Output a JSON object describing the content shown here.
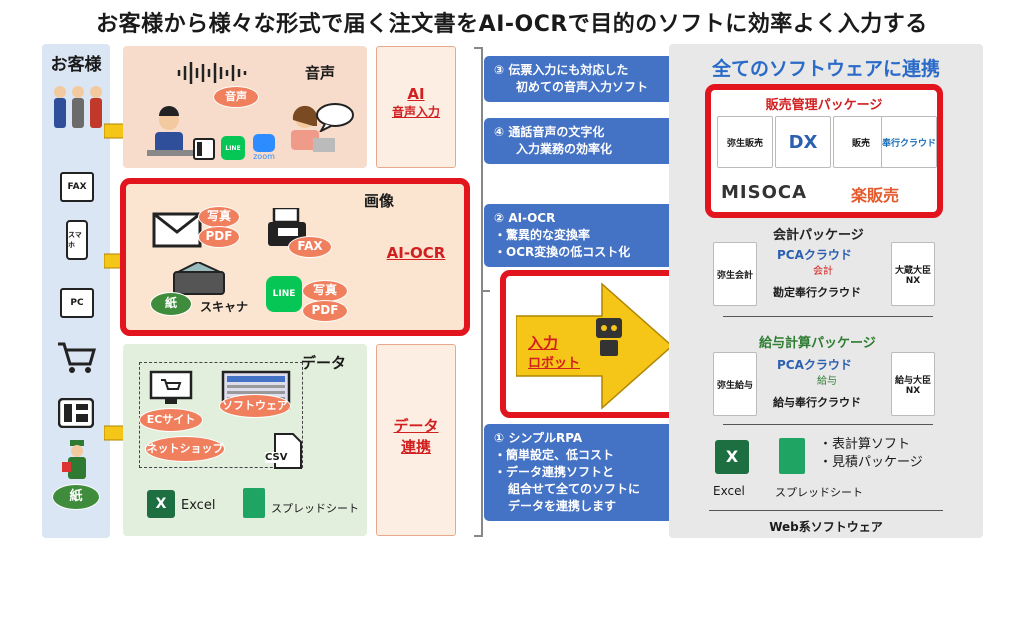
{
  "title": "お客様から様々な形式で届く注文書をAI-OCRで目的のソフトに効率よく入力する",
  "customer": {
    "label": "お客様",
    "devices": [
      "FAX",
      "スマホ",
      "PC"
    ],
    "paper": "紙"
  },
  "voice_panel": {
    "heading": "音声",
    "bubble": "音声",
    "apps": [
      "LINE",
      "zoom"
    ]
  },
  "image_panel": {
    "heading": "画像",
    "mail": [
      "写真",
      "PDF"
    ],
    "fax": "FAX",
    "scanner_paper": "紙",
    "scanner": "スキャナ",
    "line": "LINE",
    "line_files": [
      "写真",
      "PDF"
    ]
  },
  "data_panel": {
    "heading": "データ",
    "ec": "ECサイト",
    "shop": "ネットショップ",
    "software": "ソフトウェア",
    "csv": "CSV",
    "excel": "Excel",
    "sheet": "スプレッドシート"
  },
  "methods": {
    "voice": [
      "AI",
      "音声入力"
    ],
    "ocr": "AI-OCR",
    "data": [
      "データ",
      "連携"
    ]
  },
  "callouts": {
    "c3": [
      "③ 伝票入力にも対応した",
      "初めての音声入力ソフト"
    ],
    "c4": [
      "④ 通話音声の文字化",
      "入力業務の効率化"
    ],
    "c2": [
      "② AI-OCR",
      "・驚異的な変換率",
      "・OCR変換の低コスト化"
    ],
    "c1": [
      "① シンプルRPA",
      "・簡単設定、低コスト",
      "・データ連携ソフトと",
      "組合せて全てのソフトに",
      "データを連携します"
    ]
  },
  "robot": [
    "入力",
    "ロボット"
  ],
  "right": {
    "title": "全てのソフトウェアに連携",
    "sales": {
      "title": "販売管理パッケージ",
      "products": [
        "弥生販売",
        "DX",
        "販売",
        "奉行クラウド"
      ],
      "misoca": "MISOCA",
      "raku": "楽販売"
    },
    "accounting": {
      "title": "会計パッケージ",
      "products": [
        "弥生会計",
        "PCAクラウド",
        "会計",
        "勘定奉行クラウド",
        "大蔵大臣NX"
      ]
    },
    "payroll": {
      "title": "給与計算パッケージ",
      "products": [
        "弥生給与",
        "PCAクラウド",
        "給与",
        "給与奉行クラウド",
        "給与大臣NX"
      ]
    },
    "apps": [
      "Excel",
      "スプレッドシート"
    ],
    "bullets": [
      "・表計算ソフト",
      "・見積パッケージ"
    ],
    "web": "Web系ソフトウェア"
  },
  "colors": {
    "red": "#e2151f",
    "blue": "#4472c4",
    "arrow": "#f5c518"
  }
}
